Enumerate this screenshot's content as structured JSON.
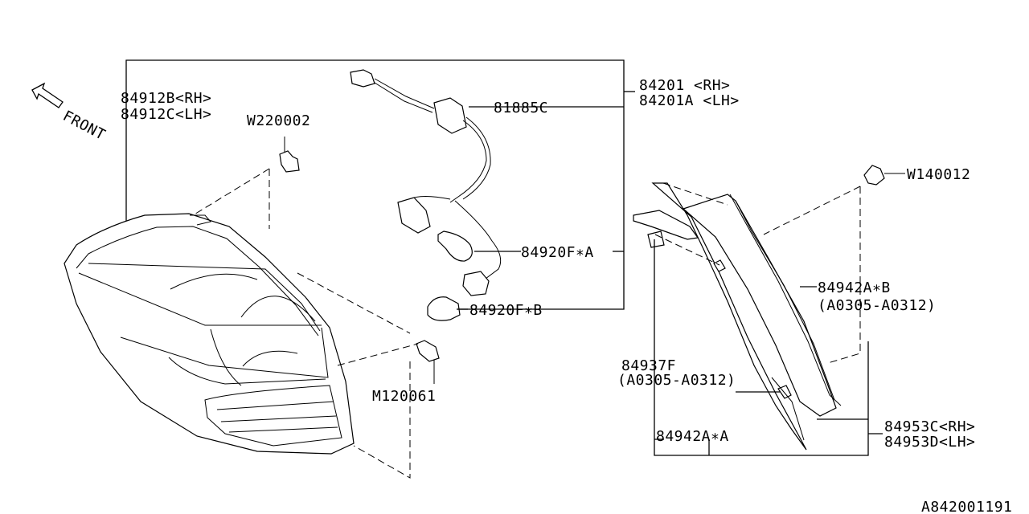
{
  "diagram": {
    "front": "FRONT",
    "labels": {
      "lamp_rh": "84912B<RH>",
      "lamp_lh": "84912C<LH>",
      "clip": "W220002",
      "assy_rh": "84201  <RH>",
      "assy_lh": "84201A <LH>",
      "socket": "81885C",
      "bulb_a": "84920F∗A",
      "bulb_b": "84920F∗B",
      "screw": "M120061",
      "bolt": "W140012",
      "garnish_b": "84942A∗B",
      "garnish_b_range": "(A0305-A0312)",
      "seal": "84937F",
      "seal_range": "(A0305-A0312)",
      "garnish_a": "84942A∗A",
      "pad_rh": "84953C<RH>",
      "pad_lh": "84953D<LH>",
      "code": "A842001191"
    }
  }
}
